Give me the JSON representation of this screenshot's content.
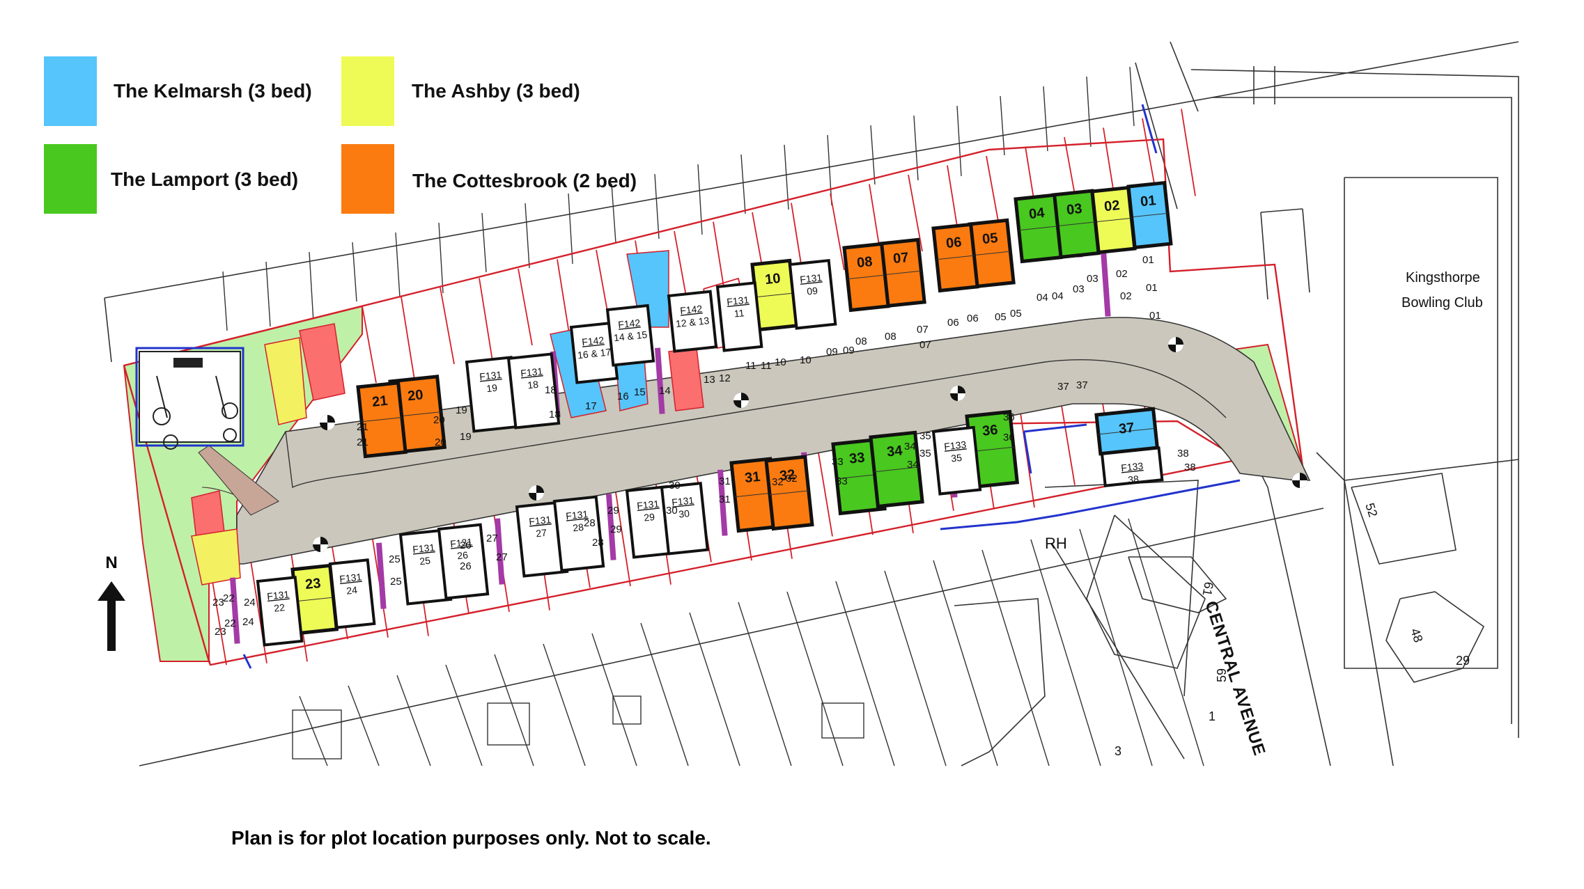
{
  "legend": [
    {
      "id": "kelmarsh",
      "label": "The Kelmarsh (3 bed)",
      "color": "#56c5fb"
    },
    {
      "id": "ashby",
      "label": "The Ashby (3 bed)",
      "color": "#eefb56"
    },
    {
      "id": "lamport",
      "label": "The Lamport (3 bed)",
      "color": "#49c81f"
    },
    {
      "id": "cottesbrook",
      "label": "The Cottesbrook (2 bed)",
      "color": "#fb7b10"
    }
  ],
  "note": "Plan is for plot location purposes only. Not to scale.",
  "north": "N",
  "places": {
    "club_line1": "Kingsthorpe",
    "club_line2": "Bowling Club",
    "road": "CENTRAL AVENUE",
    "rh": "RH"
  },
  "house_numbers": [
    "52",
    "48",
    "29",
    "61",
    "59",
    "1",
    "3"
  ],
  "plots": [
    {
      "num": "01",
      "type": "kelmarsh"
    },
    {
      "num": "02",
      "type": "ashby"
    },
    {
      "num": "03",
      "type": "lamport"
    },
    {
      "num": "04",
      "type": "lamport"
    },
    {
      "num": "05",
      "type": "cottesbrook"
    },
    {
      "num": "06",
      "type": "cottesbrook"
    },
    {
      "num": "07",
      "type": "cottesbrook"
    },
    {
      "num": "08",
      "type": "cottesbrook"
    },
    {
      "num": "10",
      "type": "ashby"
    },
    {
      "num": "20",
      "type": "cottesbrook"
    },
    {
      "num": "21",
      "type": "cottesbrook"
    },
    {
      "num": "23",
      "type": "ashby"
    },
    {
      "num": "31",
      "type": "cottesbrook"
    },
    {
      "num": "32",
      "type": "cottesbrook"
    },
    {
      "num": "33",
      "type": "lamport"
    },
    {
      "num": "34",
      "type": "lamport"
    },
    {
      "num": "36",
      "type": "lamport"
    },
    {
      "num": "37",
      "type": "kelmarsh"
    }
  ],
  "flat_blocks": [
    {
      "code": "F142",
      "plots": "16 & 17"
    },
    {
      "code": "F142",
      "plots": "14 & 15"
    },
    {
      "code": "F142",
      "plots": "12 & 13"
    },
    {
      "code": "F131",
      "plots": "11"
    },
    {
      "code": "F131",
      "plots": "09"
    },
    {
      "code": "F131",
      "plots": "19"
    },
    {
      "code": "F131",
      "plots": "18"
    },
    {
      "code": "F131",
      "plots": "22"
    },
    {
      "code": "F131",
      "plots": "24"
    },
    {
      "code": "F131",
      "plots": "25"
    },
    {
      "code": "F131",
      "plots": "26"
    },
    {
      "code": "F131",
      "plots": "27"
    },
    {
      "code": "F131",
      "plots": "28"
    },
    {
      "code": "F131",
      "plots": "29"
    },
    {
      "code": "F131",
      "plots": "30"
    },
    {
      "code": "F133",
      "plots": "35"
    },
    {
      "code": "F133",
      "plots": "38"
    }
  ],
  "parking_labels": [
    "01",
    "01",
    "01",
    "02",
    "02",
    "03",
    "03",
    "04",
    "04",
    "05",
    "05",
    "06",
    "06",
    "07",
    "07",
    "08",
    "08",
    "09",
    "09",
    "10",
    "10",
    "11",
    "11",
    "12",
    "13",
    "14",
    "15",
    "16",
    "17",
    "18",
    "18",
    "19",
    "19",
    "20",
    "20",
    "21",
    "21",
    "22",
    "22",
    "23",
    "23",
    "24",
    "24",
    "25",
    "25",
    "26",
    "26",
    "27",
    "27",
    "28",
    "28",
    "29",
    "29",
    "30",
    "30",
    "31",
    "31",
    "32",
    "32",
    "33",
    "33",
    "34",
    "34",
    "35",
    "35",
    "36",
    "36",
    "37",
    "37",
    "38",
    "38"
  ]
}
